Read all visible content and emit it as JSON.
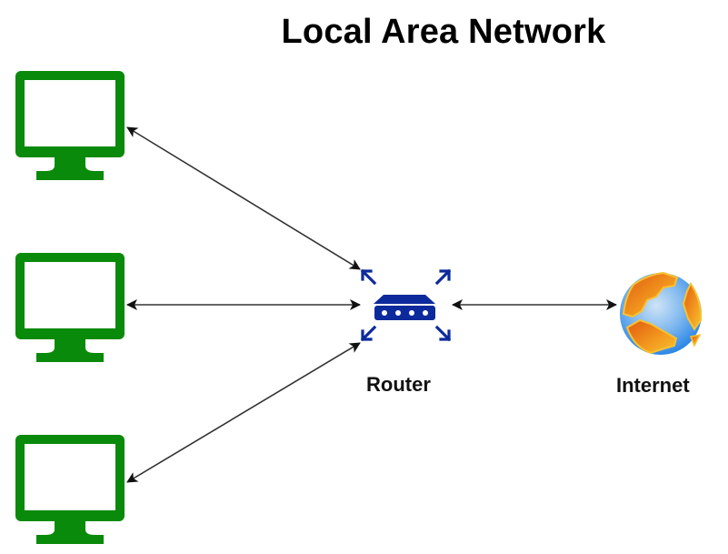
{
  "diagram": {
    "title": "Local Area Network",
    "nodes": [
      {
        "id": "computer-1",
        "type": "computer",
        "label": ""
      },
      {
        "id": "computer-2",
        "type": "computer",
        "label": ""
      },
      {
        "id": "computer-3",
        "type": "computer",
        "label": ""
      },
      {
        "id": "router",
        "type": "router",
        "label": "Router"
      },
      {
        "id": "internet",
        "type": "globe",
        "label": "Internet"
      }
    ],
    "edges": [
      {
        "from": "computer-1",
        "to": "router",
        "direction": "bidirectional"
      },
      {
        "from": "computer-2",
        "to": "router",
        "direction": "bidirectional"
      },
      {
        "from": "computer-3",
        "to": "router",
        "direction": "bidirectional"
      },
      {
        "from": "router",
        "to": "internet",
        "direction": "bidirectional"
      }
    ],
    "colors": {
      "computer": "#0a8a0a",
      "router": "#0d2a9c",
      "arrow": "#222222",
      "globe_ocean": "#4a9ff0",
      "globe_land": "#f5a623"
    }
  }
}
